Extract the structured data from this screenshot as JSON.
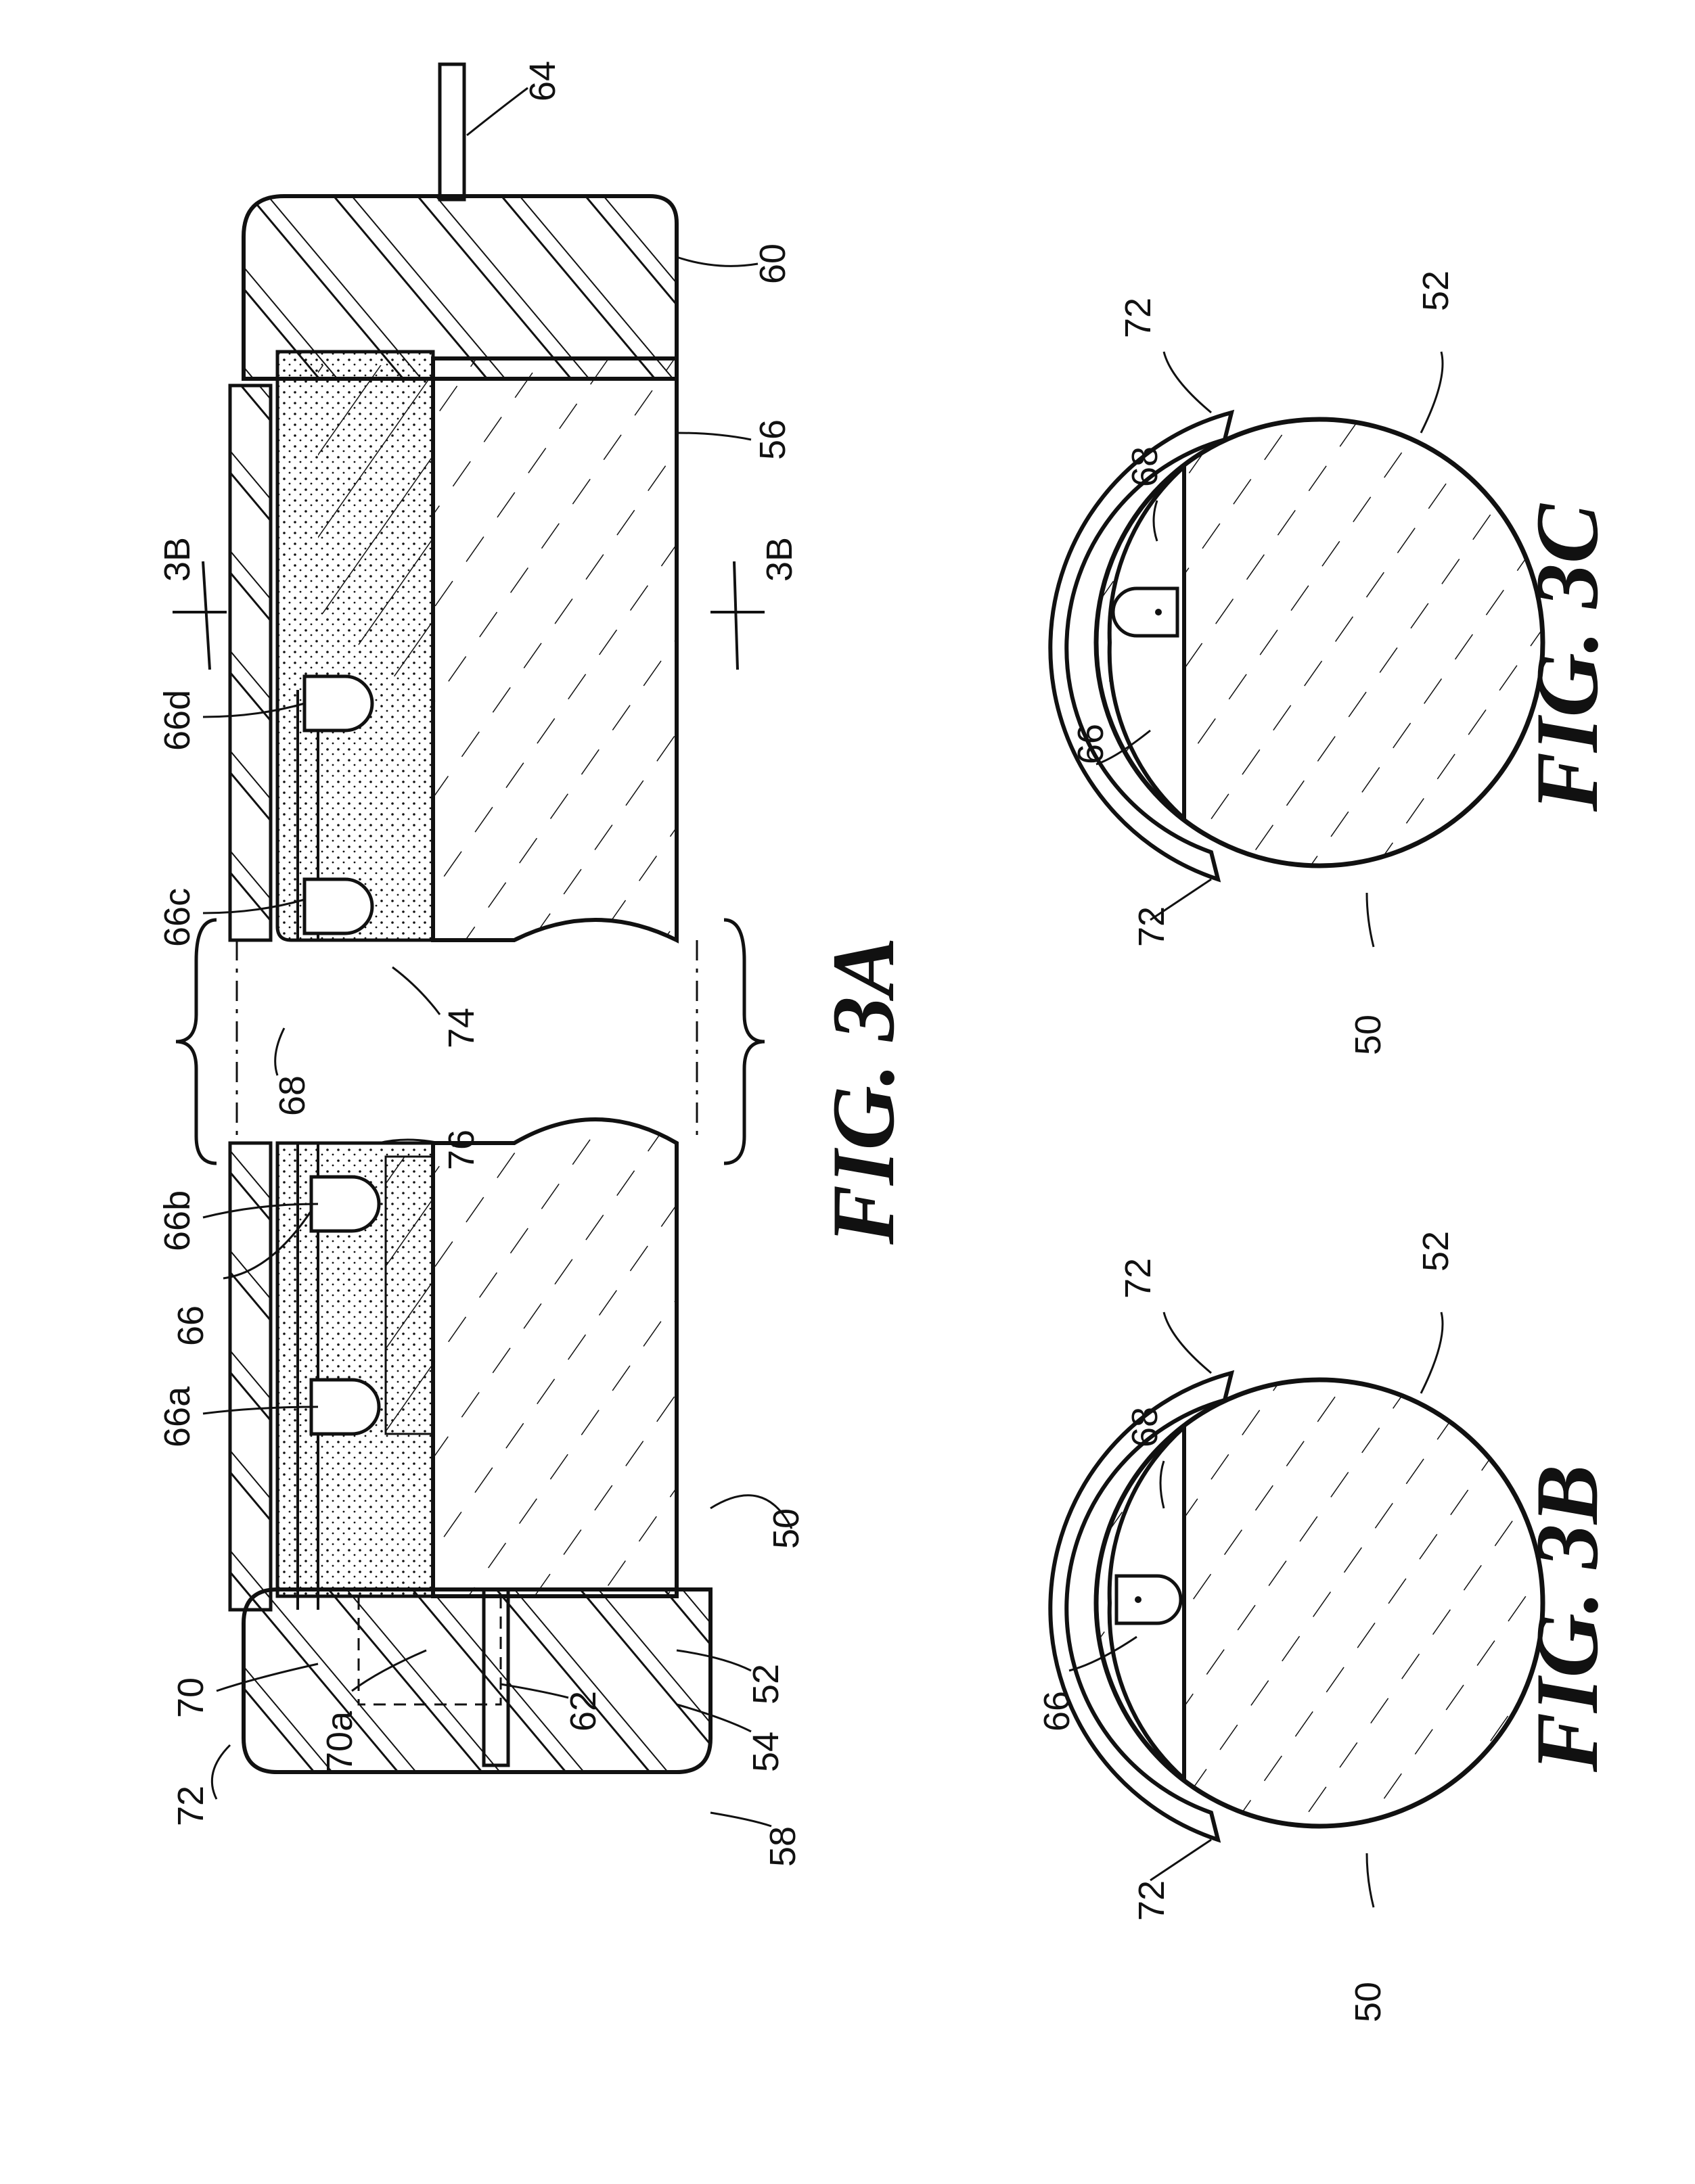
{
  "figures": [
    {
      "caption": "FIG. 3A",
      "labels": [
        "64",
        "60",
        "56",
        "3B",
        "3B",
        "66d",
        "66c",
        "74",
        "68",
        "76",
        "66b",
        "66",
        "66a",
        "50",
        "70",
        "72",
        "52",
        "54",
        "58",
        "70a",
        "62"
      ]
    },
    {
      "caption": "FIG. 3B",
      "labels": [
        "72",
        "52",
        "68",
        "66",
        "72",
        "50"
      ]
    },
    {
      "caption": "FIG. 3C",
      "labels": [
        "72",
        "52",
        "68",
        "66",
        "72",
        "50"
      ]
    }
  ],
  "colors": {
    "ink": "#111111",
    "paper": "#ffffff"
  }
}
